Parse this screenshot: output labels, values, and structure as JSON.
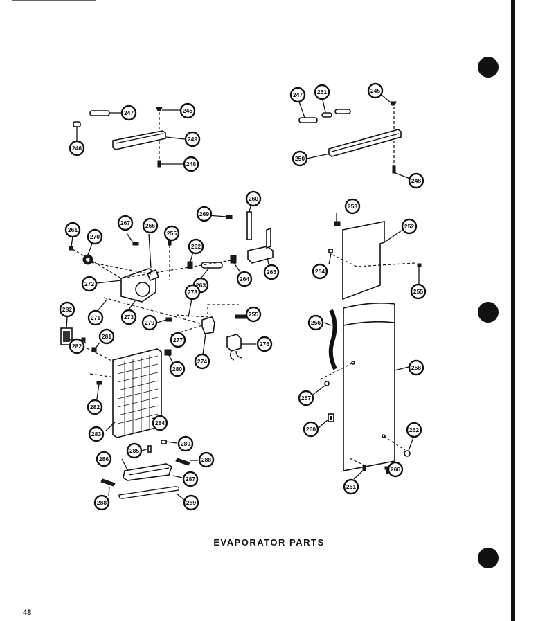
{
  "caption": "EVAPORATOR PARTS",
  "page_number": "48",
  "callouts": [
    {
      "id": "c247a",
      "label": "247"
    },
    {
      "id": "c245a",
      "label": "245"
    },
    {
      "id": "c246a",
      "label": "246"
    },
    {
      "id": "c249a",
      "label": "249"
    },
    {
      "id": "c248a",
      "label": "248"
    },
    {
      "id": "c247b",
      "label": "247"
    },
    {
      "id": "c251",
      "label": "251"
    },
    {
      "id": "c245b",
      "label": "245"
    },
    {
      "id": "c250",
      "label": "250"
    },
    {
      "id": "c248b",
      "label": "248"
    },
    {
      "id": "c261a",
      "label": "261"
    },
    {
      "id": "c270",
      "label": "270"
    },
    {
      "id": "c267",
      "label": "267"
    },
    {
      "id": "c266a",
      "label": "266"
    },
    {
      "id": "c255a",
      "label": "255"
    },
    {
      "id": "c269",
      "label": "269"
    },
    {
      "id": "c260a",
      "label": "260"
    },
    {
      "id": "c262a",
      "label": "262"
    },
    {
      "id": "c272",
      "label": "272"
    },
    {
      "id": "c263",
      "label": "263"
    },
    {
      "id": "c264a",
      "label": "264"
    },
    {
      "id": "c265",
      "label": "265"
    },
    {
      "id": "c271",
      "label": "271"
    },
    {
      "id": "c273",
      "label": "273"
    },
    {
      "id": "c278",
      "label": "278"
    },
    {
      "id": "c279",
      "label": "279"
    },
    {
      "id": "c255b",
      "label": "255"
    },
    {
      "id": "c277",
      "label": "277"
    },
    {
      "id": "c274",
      "label": "274"
    },
    {
      "id": "c276",
      "label": "276"
    },
    {
      "id": "c280a",
      "label": "280"
    },
    {
      "id": "c282a",
      "label": "282"
    },
    {
      "id": "c281",
      "label": "281"
    },
    {
      "id": "c282b",
      "label": "282"
    },
    {
      "id": "c282c",
      "label": "282"
    },
    {
      "id": "c283",
      "label": "283"
    },
    {
      "id": "c284",
      "label": "284"
    },
    {
      "id": "c285",
      "label": "285"
    },
    {
      "id": "c280b",
      "label": "280"
    },
    {
      "id": "c286",
      "label": "286"
    },
    {
      "id": "c288a",
      "label": "288"
    },
    {
      "id": "c287",
      "label": "287"
    },
    {
      "id": "c288b",
      "label": "288"
    },
    {
      "id": "c289",
      "label": "289"
    },
    {
      "id": "c253",
      "label": "253"
    },
    {
      "id": "c252",
      "label": "252"
    },
    {
      "id": "c254",
      "label": "254"
    },
    {
      "id": "c255c",
      "label": "255"
    },
    {
      "id": "c256",
      "label": "256"
    },
    {
      "id": "c258",
      "label": "258"
    },
    {
      "id": "c257",
      "label": "257"
    },
    {
      "id": "c260b",
      "label": "260"
    },
    {
      "id": "c262b",
      "label": "262"
    },
    {
      "id": "c261b",
      "label": "261"
    },
    {
      "id": "c266b",
      "label": "266"
    }
  ]
}
